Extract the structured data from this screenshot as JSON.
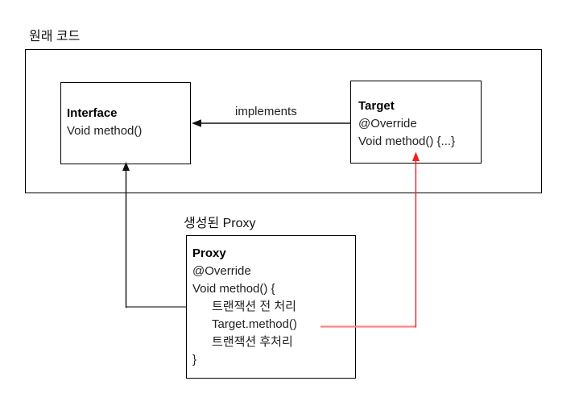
{
  "labels": {
    "original_code": "원래 코드",
    "implements": "implements",
    "generated_proxy": "생성된 Proxy"
  },
  "nodes": {
    "interface": {
      "title": "Interface",
      "lines": [
        "Void method()"
      ]
    },
    "target": {
      "title": "Target",
      "lines": [
        "@Override",
        "Void method() {...}"
      ]
    },
    "proxy": {
      "title": "Proxy",
      "lines": [
        "@Override",
        "Void method() {",
        "트랜잭션 전 처리",
        "Target.method()",
        "트랜잭션 후처리",
        "}"
      ]
    }
  },
  "colors": {
    "border_black": "#000000",
    "arrow_black": "#111111",
    "arrow_gray": "#808080",
    "arrow_red": "#fb1b1b",
    "arrow_red_light": "#f98383"
  }
}
